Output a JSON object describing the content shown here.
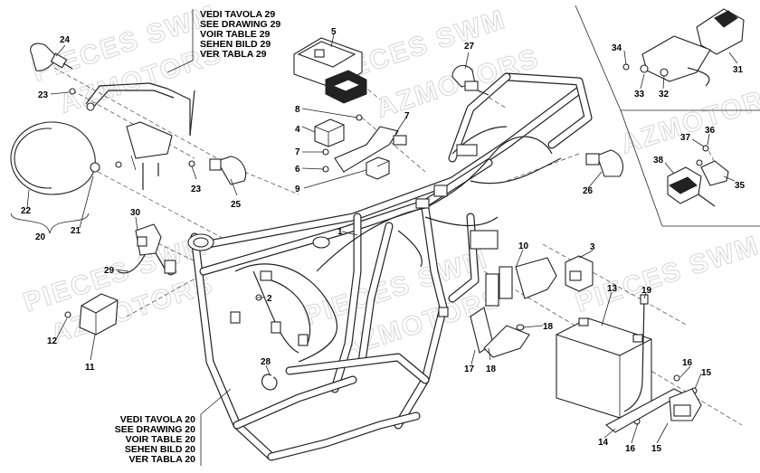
{
  "watermark": {
    "lines": [
      "PIECES SWM",
      "AZMOTORS"
    ]
  },
  "notes": {
    "top": [
      "VEDI TAVOLA 29",
      "SEE DRAWING 29",
      "VOIR TABLE 29",
      "SEHEN BILD 29",
      "VER TABLA 29"
    ],
    "bottom": [
      "VEDI TAVOLA 20",
      "SEE DRAWING 20",
      "VOIR TABLE 20",
      "SEHEN BILD 20",
      "VER TABLA 20"
    ]
  },
  "callouts": {
    "n1": "1",
    "n2": "2",
    "n3": "3",
    "n4": "4",
    "n5": "5",
    "n6": "6",
    "n7": "7",
    "n7b": "7",
    "n8": "8",
    "n9": "9",
    "n10": "10",
    "n11": "11",
    "n12": "12",
    "n13": "13",
    "n14": "14",
    "n15a": "15",
    "n15b": "15",
    "n16a": "16",
    "n16b": "16",
    "n17": "17",
    "n18a": "18",
    "n18b": "18",
    "n19": "19",
    "n20": "20",
    "n21": "21",
    "n22": "22",
    "n23a": "23",
    "n23b": "23",
    "n24": "24",
    "n25": "25",
    "n26": "26",
    "n27": "27",
    "n28": "28",
    "n29": "29",
    "n30": "30",
    "n31": "31",
    "n32": "32",
    "n33": "33",
    "n34": "34",
    "n35": "35",
    "n36": "36",
    "n37": "37",
    "n38": "38"
  }
}
